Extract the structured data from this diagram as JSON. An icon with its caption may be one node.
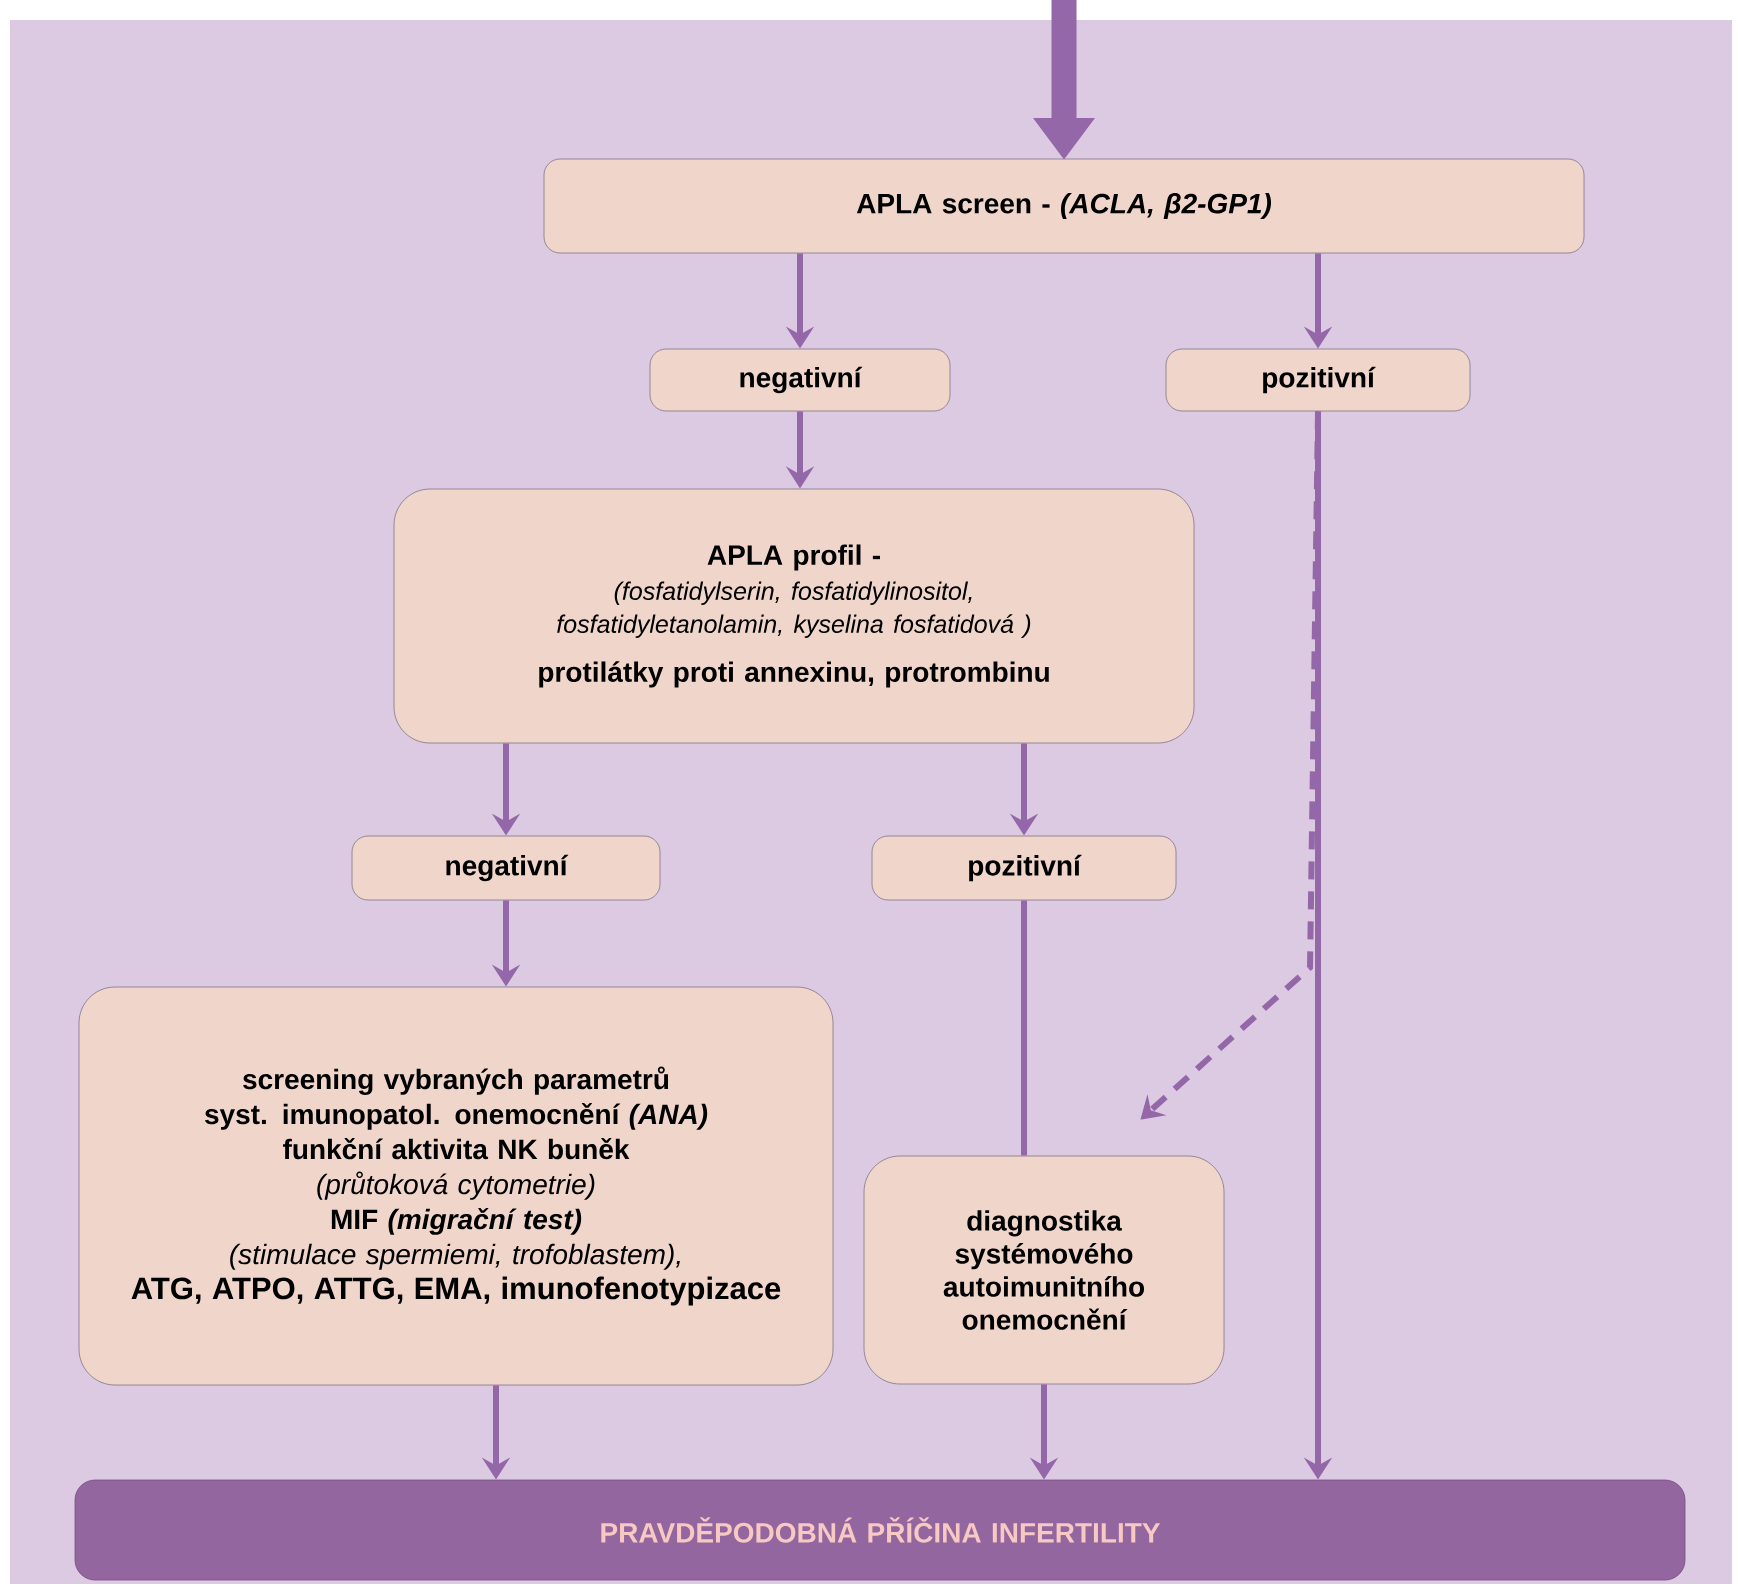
{
  "diagram": {
    "nodes": [
      {
        "text": [
          "APLA screen - *(ACLA, β2-GP1)*"
        ]
      },
      {
        "text": [
          "negativní"
        ]
      },
      {
        "text": [
          "pozitivní"
        ]
      },
      {
        "text": [
          "APLA profil -",
          "(fosfatidylserin, fosfatidylinositol, fosfatidyletanolamin, kyselina fosfatidová )",
          "protilátky proti annexinu, protrombinu"
        ]
      },
      {
        "text": [
          "negativní"
        ]
      },
      {
        "text": [
          "pozitivní"
        ]
      },
      {
        "text": [
          "screening vybraných parametrů",
          "syst.  imunopatol. onemocnění *(ANA)*",
          "funkční aktivita NK buněk",
          "(průtoková cytometrie)",
          "MIF *(migrační test)*",
          "(stimulace   spermiemi, trofoblastem),",
          "ATG, ATPO, ATTG, EMA, imunofenotypizace"
        ]
      },
      {
        "text": [
          "diagnostika systémového autoimunitního onemocnění"
        ]
      },
      {
        "text": [
          "PRAVDĚPODOBNÁ  PŘÍČINA  INFERTILITY"
        ]
      }
    ],
    "edges": [
      {
        "from": null,
        "to": 0,
        "arrow": "to",
        "style": "thick"
      },
      {
        "from": 0,
        "to": 1,
        "arrow": "to"
      },
      {
        "from": 0,
        "to": 2,
        "arrow": "to"
      },
      {
        "from": 1,
        "to": 3,
        "arrow": "to"
      },
      {
        "from": 3,
        "to": 4,
        "arrow": "to"
      },
      {
        "from": 3,
        "to": 5,
        "arrow": "to"
      },
      {
        "from": 4,
        "to": 6,
        "arrow": "to"
      },
      {
        "from": 5,
        "to": 7,
        "arrow": "none"
      },
      {
        "from": 2,
        "to": 7,
        "arrow": "to",
        "style": "dashed"
      },
      {
        "from": 2,
        "to": 8,
        "arrow": "to"
      },
      {
        "from": 6,
        "to": 8,
        "arrow": "to"
      },
      {
        "from": 7,
        "to": 8,
        "arrow": "to"
      }
    ]
  }
}
